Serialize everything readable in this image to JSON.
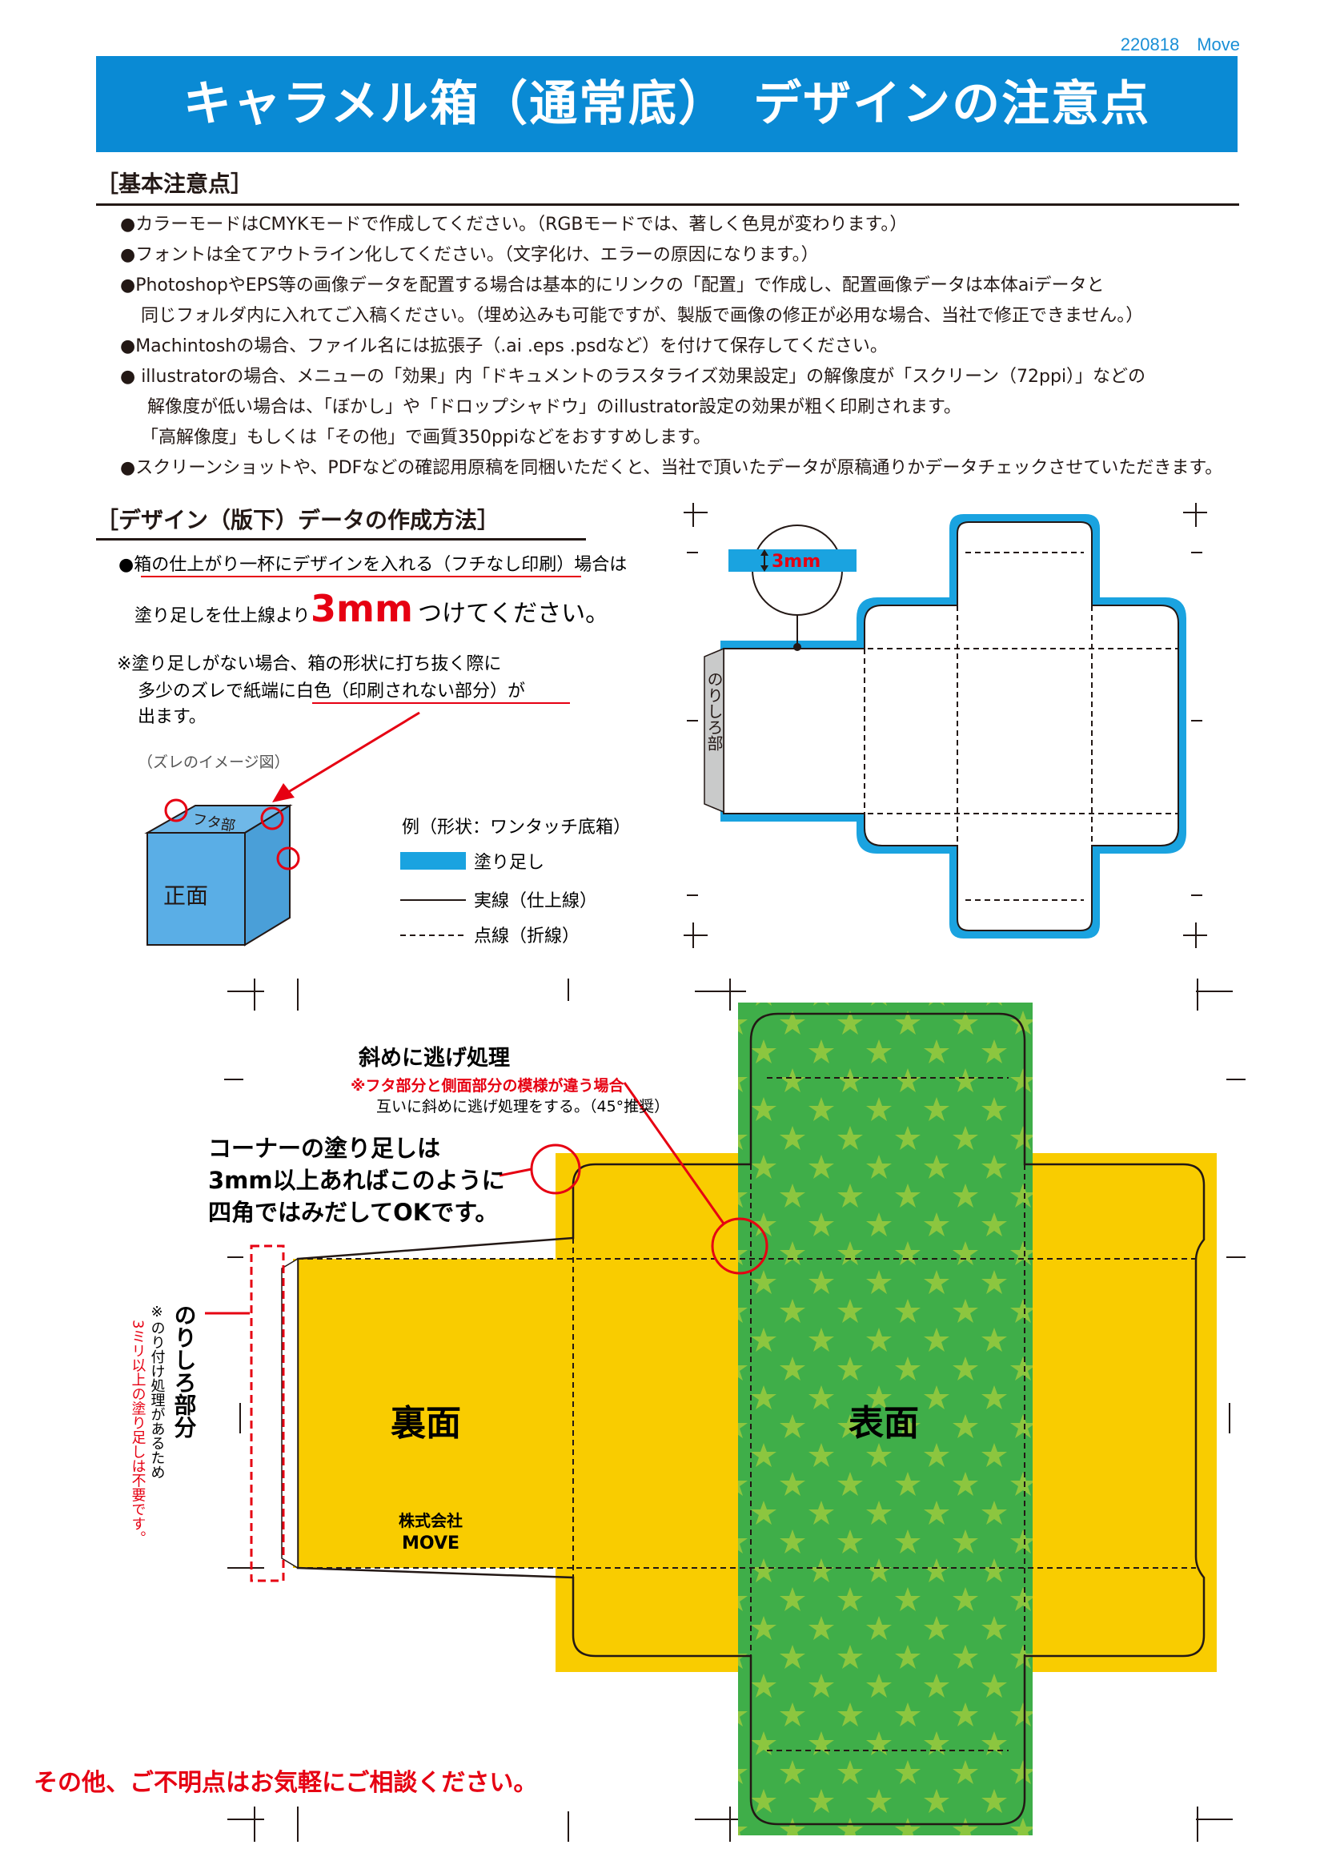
{
  "doc_id": "220818　Move",
  "title": "キャラメル箱（通常底）　デザインの注意点",
  "basic": {
    "heading": "［基本注意点］",
    "lines": [
      "●カラーモードはCMYKモードで作成してください。（RGBモードでは、著しく色見が変わります。）",
      "●フォントは全てアウトライン化してください。（文字化け、エラーの原因になります。）",
      "●PhotoshopやEPS等の画像データを配置する場合は基本的にリンクの「配置」で作成し、配置画像データは本体aiデータと",
      "同じフォルダ内に入れてご入稿ください。（埋め込みも可能ですが、製版で画像の修正が必用な場合、当社で修正できません。）",
      "●Machintoshの場合、ファイル名には拡張子（.ai .eps .psdなど）を付けて保存してください。",
      "● illustratorの場合、メニューの「効果」内「ドキュメントのラスタライズ効果設定」の解像度が「スクリーン（72ppi）」などの",
      "解像度が低い場合は、「ぼかし」や「ドロップシャドウ」のillustrator設定の効果が粗く印刷されます。",
      "「高解像度」もしくは「その他」で画質350ppiなどをおすすめします。",
      "●スクリーンショットや、PDFなどの確認用原稿を同梱いただくと、当社で頂いたデータが原稿通りかデータチェックさせていただきます。"
    ]
  },
  "design": {
    "heading": "［デザイン（版下）データの作成方法］",
    "bullet1": "●箱の仕上がり一杯にデザインを入れる（フチなし印刷）場合は",
    "bleed_prefix": "塗り足しを仕上線より",
    "bleed_value": "3mm",
    "bleed_suffix": "つけてください。",
    "note1": "※塗り足しがない場合、箱の形状に打ち抜く際に",
    "note2": "多少のズレで紙端に白色（印刷されない部分）が",
    "note3": "出ます。",
    "shift_caption": "（ズレのイメージ図）",
    "lid_label": "フタ部",
    "front_label": "正面",
    "example_caption": "例（形状：ワンタッチ底箱）",
    "legend_bleed": "塗り足し",
    "legend_solid": "実線（仕上線）",
    "legend_dotted": "点線（折線）",
    "callout_3mm": "3mm",
    "glue_tab_small": "のりしろ部"
  },
  "big": {
    "diag_title": "斜めに逃げ処理",
    "diag_note1": "※フタ部分と側面部分の模様が違う場合",
    "diag_note2": "互いに斜めに逃げ処理をする。（45°推奨）",
    "corner_line1": "コーナーの塗り足しは",
    "corner_line2": "3mm以上あればこのように",
    "corner_line3": "四角ではみだしてOKです。",
    "glue_title": "のりしろ部分",
    "glue_note1": "※のり付け処理があるため",
    "glue_note2": "3ミリ以上の塗り足しは不要です。",
    "back_label": "裏面",
    "front_label": "表面",
    "company1": "株式会社",
    "company2": "MOVE"
  },
  "footer": "その他、ご不明点はお気軽にご相談ください。",
  "colors": {
    "title_blue": "#0a8ad4",
    "bleed_blue": "#1aa3e0",
    "yellow": "#f9cc00",
    "green": "#3fae49",
    "star": "#8cc63f",
    "red": "#e60012"
  }
}
